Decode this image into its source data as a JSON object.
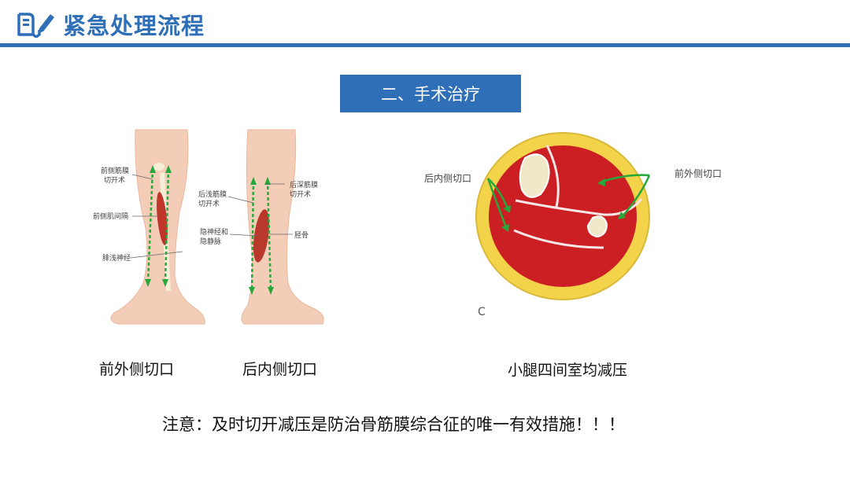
{
  "header": {
    "title": "紧急处理流程"
  },
  "section": {
    "title": "二、手术治疗"
  },
  "figure_legs": {
    "labels": {
      "anterior_fascia": [
        "前侧筋膜",
        "切开术"
      ],
      "anterior_septum": "前侧肌间隔",
      "superficial_peroneal": "腓浅神经",
      "posterior_superficial": [
        "后浅筋膜",
        "切开术"
      ],
      "posterior_deep": [
        "后深筋膜",
        "切开术"
      ],
      "saphenous": [
        "隐神经和",
        "隐静脉"
      ],
      "tibia": "胫骨"
    }
  },
  "figure_section": {
    "label_left": "后内侧切口",
    "label_right": "前外侧切口",
    "panel_letter": "C"
  },
  "captions": {
    "anterolateral": "前外侧切口",
    "posteromedial": "后内侧切口",
    "four_compartments": "小腿四间室均减压"
  },
  "note": "注意：及时切开减压是防治骨筋膜综合征的唯一有效措施！！！",
  "colors": {
    "accent": "#2e6fb7",
    "muscle": "#cc1f24",
    "fat": "#f3d34a",
    "bone": "#efe8c9",
    "arrow": "#27a83a"
  }
}
